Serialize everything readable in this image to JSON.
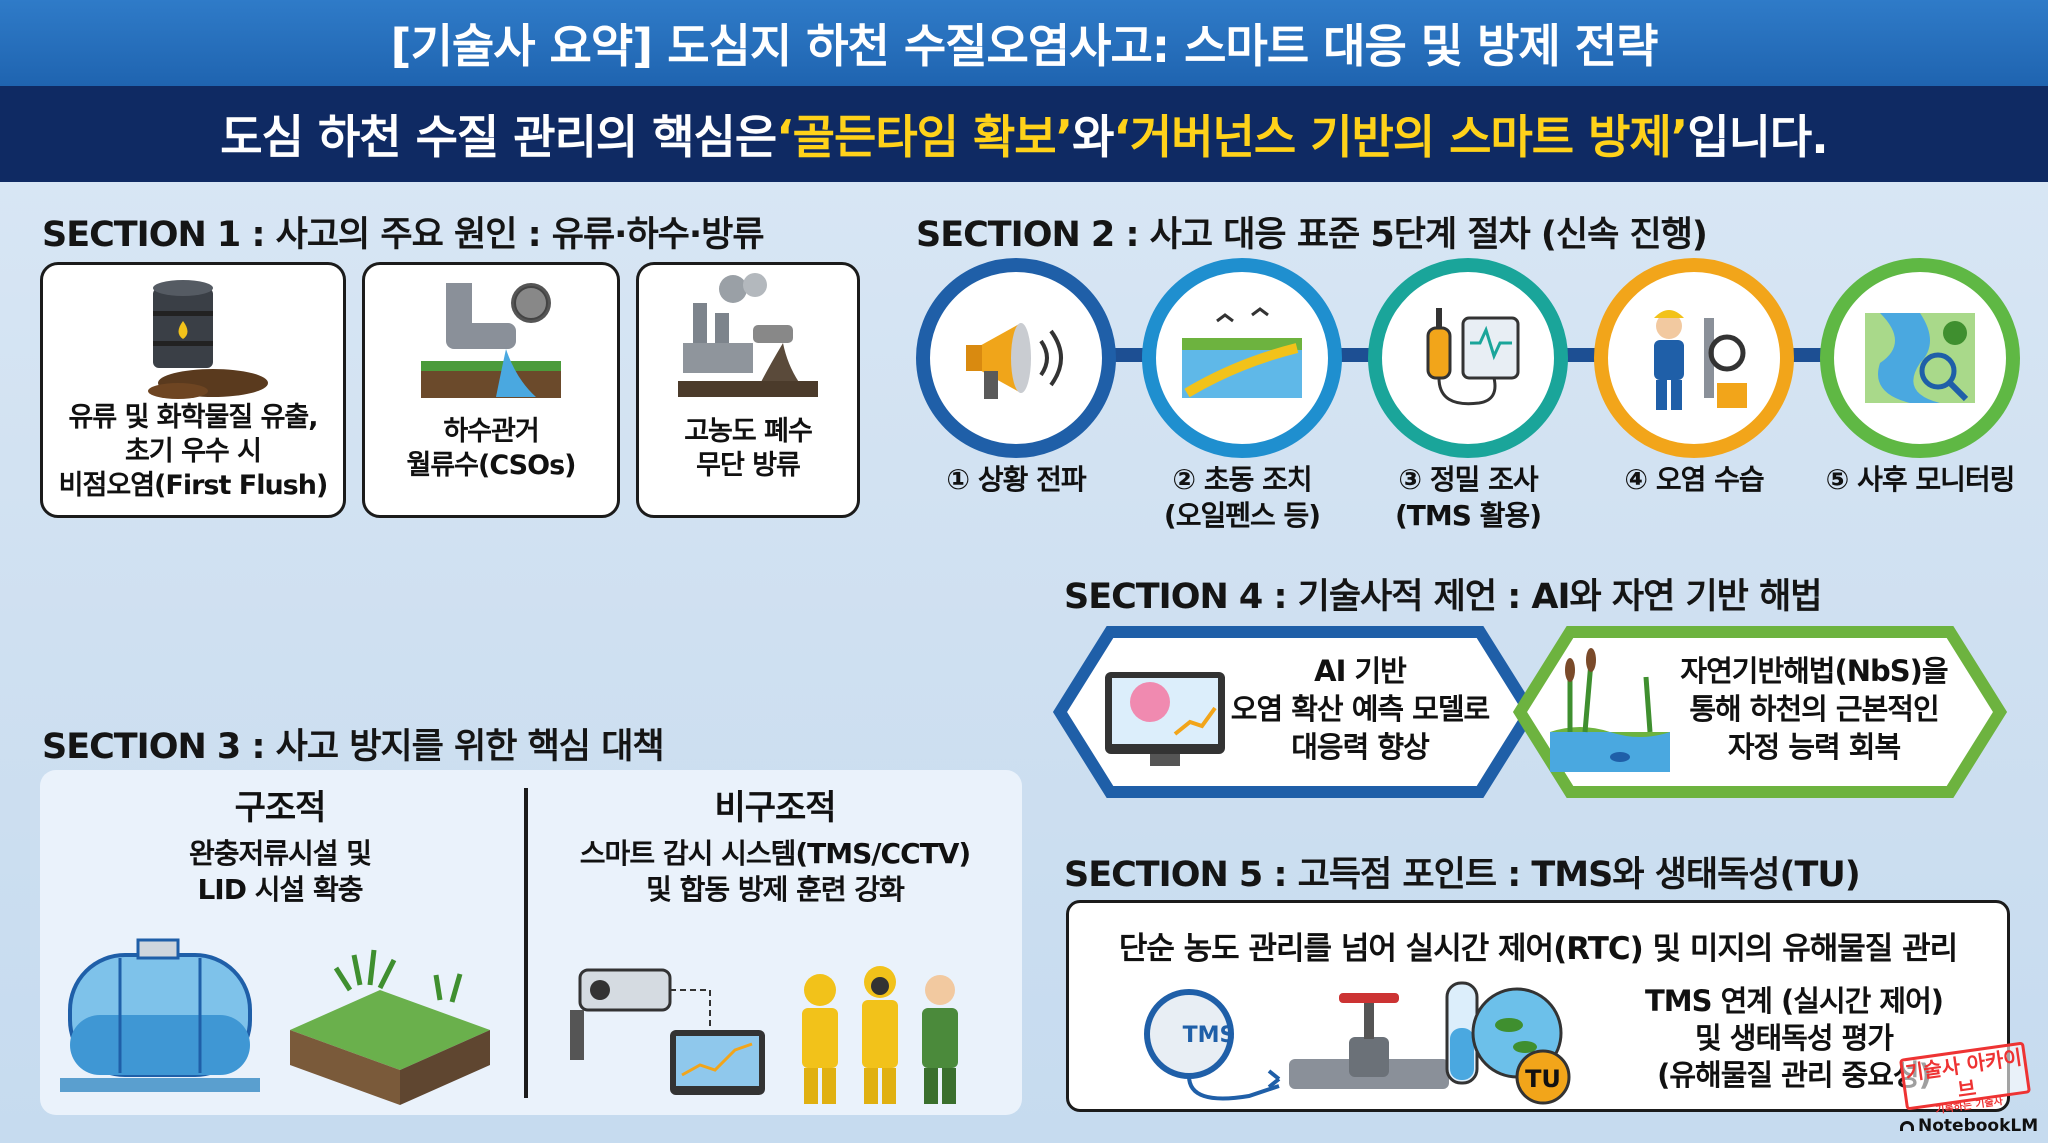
{
  "header": {
    "title": "[기술사 요약] 도심지 하천 수질오염사고: 스마트 대응 및 방제 전략",
    "sub_pre": "도심 하천 수질 관리의 핵심은 ",
    "sub_hl1": "‘골든타임 확보’",
    "sub_mid": "와 ",
    "sub_hl2": "‘거버넌스 기반의 스마트 방제’",
    "sub_post": "입니다."
  },
  "section1": {
    "title": "SECTION 1 : 사고의 주요 원인 : 유류·하수·방류",
    "cards": [
      {
        "text": "유류 및 화학물질 유출,\n초기 우수 시\n비점오염(First Flush)",
        "icon": "oil-barrel-icon"
      },
      {
        "text": "하수관거\n월류수(CSOs)",
        "icon": "sewer-pipe-icon"
      },
      {
        "text": "고농도 폐수\n무단 방류",
        "icon": "factory-discharge-icon"
      }
    ]
  },
  "section2": {
    "title": "SECTION 2 : 사고 대응 표준 5단계 절차 (신속 진행)",
    "steps": [
      {
        "label": "① 상황 전파",
        "icon": "megaphone-icon",
        "color": "#1f5fa8"
      },
      {
        "label": "② 초동 조치\n(오일펜스 등)",
        "icon": "oil-fence-icon",
        "color": "#1f8fcf"
      },
      {
        "label": "③ 정밀 조사\n(TMS 활용)",
        "icon": "tms-sensor-icon",
        "color": "#1aa59a"
      },
      {
        "label": "④ 오염 수습",
        "icon": "cleanup-worker-icon",
        "color": "#f2a51a"
      },
      {
        "label": "⑤ 사후 모니터링",
        "icon": "river-magnifier-icon",
        "color": "#5fb844"
      }
    ]
  },
  "section3": {
    "title": "SECTION 3 : 사고 방지를 위한 핵심 대책",
    "left_head": "구조적",
    "left_desc": "완충저류시설 및\nLID 시설 확충",
    "right_head": "비구조적",
    "right_desc": "스마트 감시 시스템(TMS/CCTV)\n및 합동 방제 훈련 강화"
  },
  "section4": {
    "title": "SECTION 4 : 기술사적 제언 : AI와 자연 기반 해법",
    "left": "AI 기반\n오염 확산 예측 모델로\n대응력 향상",
    "right": "자연기반해법(NbS)을\n통해 하천의 근본적인\n자정 능력 회복",
    "left_color": "#1f5fa8",
    "right_color": "#6db33f"
  },
  "section5": {
    "title": "SECTION 5 : 고득점 포인트 : TMS와 생태독성(TU)",
    "headline": "단순 농도 관리를 넘어 실시간 제어(RTC) 및 미지의 유해물질 관리",
    "side": "TMS 연계 (실시간 제어)\n및 생태독성 평가\n(유해물질 관리 중요성)",
    "tms_badge": "TMS",
    "tu_badge": "TU"
  },
  "footer": {
    "stamp_main": "기술사 아카이브",
    "stamp_small": "기록하는 기술사",
    "brand": "NotebookLM"
  }
}
